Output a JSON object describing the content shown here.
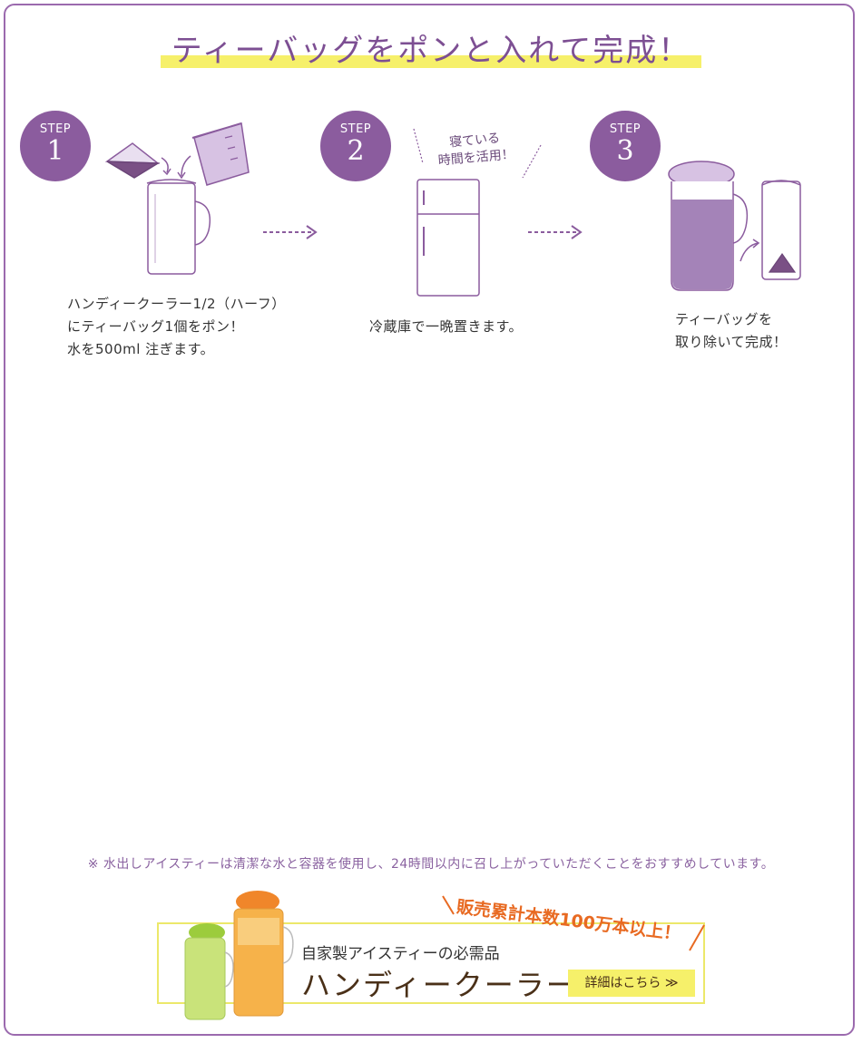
{
  "title": "ティーバッグをポンと入れて完成！",
  "steps": [
    {
      "label": "STEP",
      "number": "1",
      "lines": [
        "ハンディークーラー1/2（ハーフ）",
        "にティーバッグ1個をポン！",
        "水を500ml 注ぎます。"
      ]
    },
    {
      "label": "STEP",
      "number": "2",
      "lines": [
        "冷蔵庫で一晩置きます。"
      ],
      "callout": [
        "寝ている",
        "時間を活用！"
      ]
    },
    {
      "label": "STEP",
      "number": "3",
      "lines": [
        "ティーバッグを",
        "取り除いて完成！"
      ]
    }
  ],
  "note": "※ 水出しアイスティーは清潔な水と容器を使用し、24時間以内に召し上がっていただくことをおすすめしています。",
  "banner": {
    "ribbon": "販売累計本数100万本以上！",
    "subtitle": "自家製アイスティーの必需品",
    "product": "ハンディークーラー",
    "button": "詳細はこちら ≫"
  },
  "colors": {
    "accent": "#8b5c9e",
    "highlight": "#f6f06a",
    "orange": "#e86a22"
  }
}
